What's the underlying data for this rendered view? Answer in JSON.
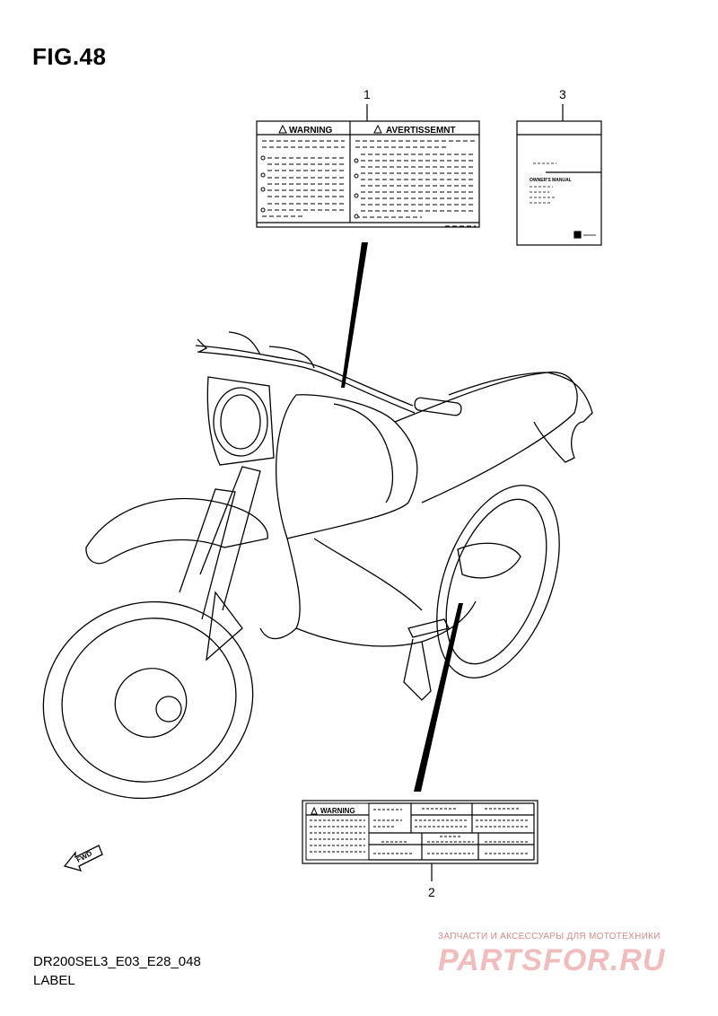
{
  "figure": {
    "title": "FIG.48",
    "code": "DR200SEL3_E03_E28_048",
    "label": "LABEL"
  },
  "callouts": [
    "1",
    "2",
    "3"
  ],
  "labels": {
    "warning_label_1": {
      "left_heading": "WARNING",
      "right_heading": "AVERTISSEMNT"
    },
    "warning_label_2": {
      "heading": "WARNING"
    },
    "owners_manual": {
      "title": "OWNER'S MANUAL"
    }
  },
  "direction_arrow": "FWD",
  "watermark": {
    "top": "ЗАПЧАСТИ И АКСЕССУАРЫ ДЛЯ МОТОТЕХНИКИ",
    "logo": "PARTSFOR.RU"
  },
  "colors": {
    "line": "#000000",
    "watermark_top": "#d98a8a",
    "watermark_logo": "#f0bcbc"
  }
}
